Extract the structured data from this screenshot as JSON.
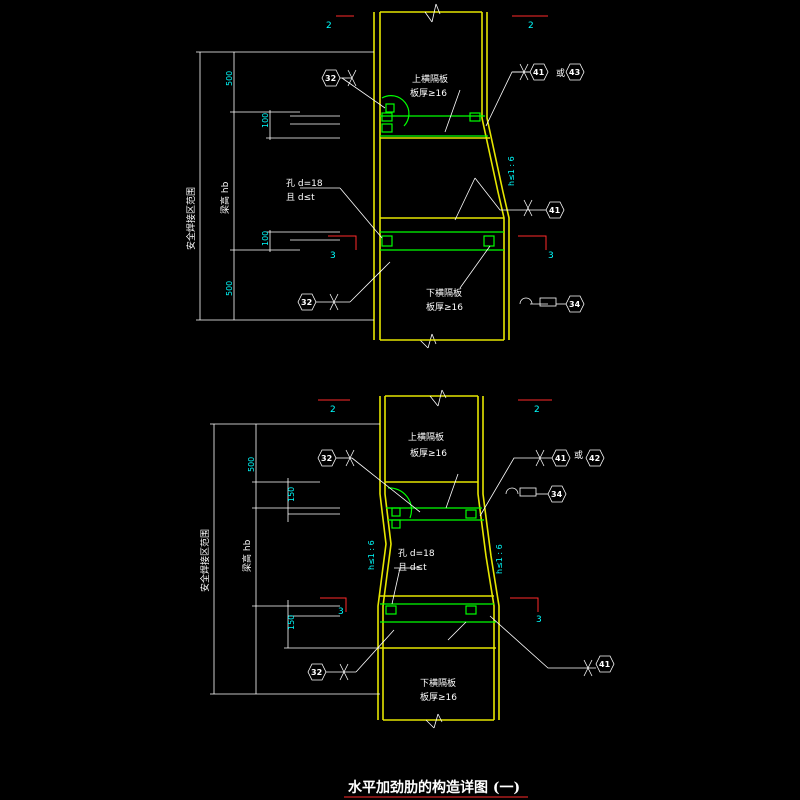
{
  "title": "水平加劲肋的构造详图 (一)",
  "colors": {
    "background": "#000000",
    "column": "#e6e600",
    "plate": "#00ff00",
    "leader": "#ffffff",
    "dimension": "#00ffff",
    "cut_mark": "#ff2a2a"
  },
  "detail_top": {
    "labels": {
      "upper_plate": "上横隔板",
      "upper_thickness": "板厚≥16",
      "lower_plate": "下横隔板",
      "lower_thickness": "板厚≥16",
      "hole": "孔 d=18",
      "hole_condition": "且 d≤t",
      "slope": "h≤1 : 6",
      "or": "或",
      "safe_zone": "安全焊接区范围",
      "floor_height": "梁高 hb"
    },
    "dims": {
      "d1": "500",
      "d2": "100",
      "d3": "100",
      "d4": "500"
    },
    "bubbles": {
      "b1": "32",
      "b2": "41",
      "b3": "43",
      "b4": "41",
      "b5": "32",
      "b6": "34"
    },
    "cuts": {
      "c_top_left": "2",
      "c_top_right": "2",
      "c_mid_left": "3",
      "c_mid_right": "3"
    }
  },
  "detail_bottom": {
    "labels": {
      "upper_plate": "上横隔板",
      "upper_thickness": "板厚≥16",
      "lower_plate": "下横隔板",
      "lower_thickness": "板厚≥16",
      "hole": "孔 d=18",
      "hole_condition": "且 d≤t",
      "slope_left": "h≤1 : 6",
      "slope_right": "h≤1 : 6",
      "or": "或",
      "safe_zone": "安全焊接区范围",
      "floor_height": "梁高 hb"
    },
    "dims": {
      "d1": "500",
      "d2": "150",
      "d3": "150"
    },
    "bubbles": {
      "b1": "32",
      "b2": "41",
      "b3": "42",
      "b4": "34",
      "b5": "32",
      "b6": "41"
    },
    "cuts": {
      "c_top_left": "2",
      "c_top_right": "2",
      "c_mid_left": "3",
      "c_mid_right": "3"
    }
  }
}
